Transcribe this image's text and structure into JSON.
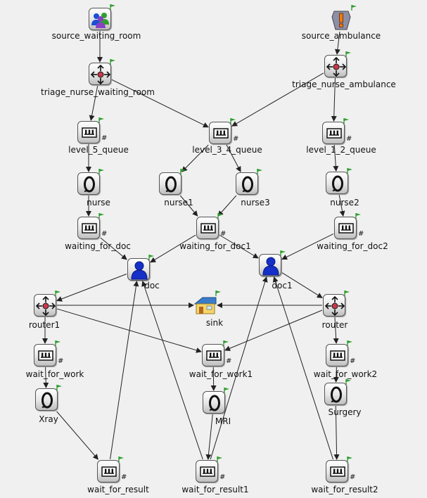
{
  "colors": {
    "background": "#f0f0f0",
    "wire": "#222222",
    "flag": "#2f9e2f",
    "person_blue": "#1530c8",
    "house_wall": "#f5d66a",
    "house_roof": "#3a7cc9"
  },
  "nodes": {
    "source_waiting_room": {
      "label": "source_waiting_room",
      "icon": "people-source-icon"
    },
    "source_ambulance": {
      "label": "source_ambulance",
      "icon": "ambulance-source-icon"
    },
    "triage_nurse_waiting_room": {
      "label": "triage_nurse_waiting_room",
      "icon": "router-icon"
    },
    "triage_nurse_ambulance": {
      "label": "triage_nurse_ambulance",
      "icon": "router-icon"
    },
    "level_5_queue": {
      "label": "level_5_queue",
      "icon": "queue-icon",
      "mark": "#"
    },
    "level_3_4_queue": {
      "label": "level_3_4_queue",
      "icon": "queue-icon",
      "mark": "#"
    },
    "level_1_2_queue": {
      "label": "level_1_2_queue",
      "icon": "queue-icon",
      "mark": "#"
    },
    "nurse": {
      "label": "nurse",
      "icon": "processor-icon"
    },
    "nurse1": {
      "label": "nurse1",
      "icon": "processor-icon"
    },
    "nurse3": {
      "label": "nurse3",
      "icon": "processor-icon"
    },
    "nurse2": {
      "label": "nurse2",
      "icon": "processor-icon"
    },
    "waiting_for_doc": {
      "label": "waiting_for_doc",
      "icon": "queue-icon",
      "mark": "#"
    },
    "waiting_for_doc1": {
      "label": "waiting_for_doc1",
      "icon": "queue-icon",
      "mark": "#"
    },
    "waiting_for_doc2": {
      "label": "waiting_for_doc2",
      "icon": "queue-icon",
      "mark": "#"
    },
    "doc": {
      "label": "doc",
      "icon": "operator-icon"
    },
    "doc1": {
      "label": "doc1",
      "icon": "operator-icon"
    },
    "router1": {
      "label": "router1",
      "icon": "router-icon"
    },
    "sink": {
      "label": "sink",
      "icon": "house-sink-icon"
    },
    "router": {
      "label": "router",
      "icon": "router-icon"
    },
    "wait_for_work": {
      "label": "wait_for_work",
      "icon": "queue-icon",
      "mark": "#"
    },
    "wait_for_work1": {
      "label": "wait_for_work1",
      "icon": "queue-icon",
      "mark": "#"
    },
    "wait_for_work2": {
      "label": "wait_for_work2",
      "icon": "queue-icon",
      "mark": "#"
    },
    "Xray": {
      "label": "Xray",
      "icon": "processor-icon"
    },
    "MRI": {
      "label": "MRI",
      "icon": "processor-icon"
    },
    "Surgery": {
      "label": "Surgery",
      "icon": "processor-icon"
    },
    "wait_for_result": {
      "label": "wait_for_result",
      "icon": "queue-icon",
      "mark": "#"
    },
    "wait_for_result1": {
      "label": "wait_for_result1",
      "icon": "queue-icon",
      "mark": "#"
    },
    "wait_for_result2": {
      "label": "wait_for_result2",
      "icon": "queue-icon",
      "mark": "#"
    }
  },
  "connections": [
    [
      "source_waiting_room",
      "triage_nurse_waiting_room"
    ],
    [
      "source_ambulance",
      "triage_nurse_ambulance"
    ],
    [
      "triage_nurse_waiting_room",
      "level_5_queue"
    ],
    [
      "triage_nurse_waiting_room",
      "level_3_4_queue"
    ],
    [
      "triage_nurse_ambulance",
      "level_3_4_queue"
    ],
    [
      "triage_nurse_ambulance",
      "level_1_2_queue"
    ],
    [
      "level_5_queue",
      "nurse"
    ],
    [
      "level_3_4_queue",
      "nurse1"
    ],
    [
      "level_3_4_queue",
      "nurse3"
    ],
    [
      "level_1_2_queue",
      "nurse2"
    ],
    [
      "nurse",
      "waiting_for_doc"
    ],
    [
      "nurse1",
      "waiting_for_doc1"
    ],
    [
      "nurse3",
      "waiting_for_doc1"
    ],
    [
      "nurse2",
      "waiting_for_doc2"
    ],
    [
      "waiting_for_doc",
      "doc"
    ],
    [
      "waiting_for_doc1",
      "doc"
    ],
    [
      "waiting_for_doc1",
      "doc1"
    ],
    [
      "waiting_for_doc2",
      "doc1"
    ],
    [
      "doc",
      "router1"
    ],
    [
      "doc1",
      "router"
    ],
    [
      "router1",
      "sink"
    ],
    [
      "router",
      "sink"
    ],
    [
      "router1",
      "wait_for_work"
    ],
    [
      "router1",
      "wait_for_work1"
    ],
    [
      "router",
      "wait_for_work1"
    ],
    [
      "router",
      "wait_for_work2"
    ],
    [
      "wait_for_work",
      "Xray"
    ],
    [
      "wait_for_work1",
      "MRI"
    ],
    [
      "wait_for_work2",
      "Surgery"
    ],
    [
      "Xray",
      "wait_for_result"
    ],
    [
      "MRI",
      "wait_for_result1"
    ],
    [
      "Surgery",
      "wait_for_result2"
    ],
    [
      "wait_for_result",
      "doc"
    ],
    [
      "wait_for_result1",
      "doc"
    ],
    [
      "wait_for_result1",
      "doc1"
    ],
    [
      "wait_for_result2",
      "doc1"
    ]
  ]
}
